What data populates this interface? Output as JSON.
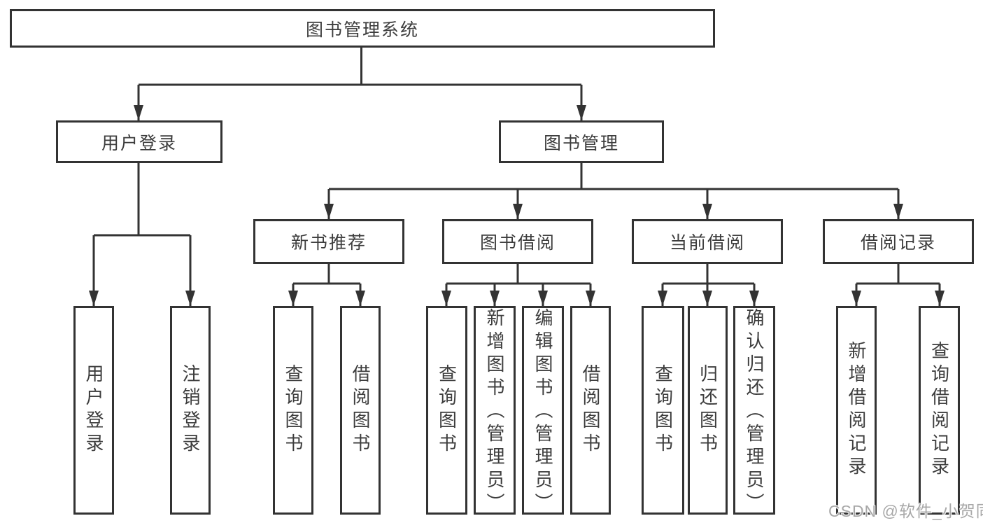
{
  "colors": {
    "line": "#333333",
    "text": "#3d3d3d",
    "watermark": "#a8a8a8"
  },
  "watermark": {
    "text": "CSDN @软件_小贺同学"
  },
  "tree": {
    "label": "图书管理系统",
    "children": [
      {
        "label": "用户登录",
        "children": [
          {
            "label": "用户登录"
          },
          {
            "label": "注销登录"
          }
        ]
      },
      {
        "label": "图书管理",
        "children": [
          {
            "label": "新书推荐",
            "children": [
              {
                "label": "查询图书"
              },
              {
                "label": "借阅图书"
              }
            ]
          },
          {
            "label": "图书借阅",
            "children": [
              {
                "label": "查询图书"
              },
              {
                "label": "新增图书（管理员）"
              },
              {
                "label": "编辑图书（管理员）"
              },
              {
                "label": "借阅图书"
              }
            ]
          },
          {
            "label": "当前借阅",
            "children": [
              {
                "label": "查询图书"
              },
              {
                "label": "归还图书"
              },
              {
                "label": "确认归还（管理员）"
              }
            ]
          },
          {
            "label": "借阅记录",
            "children": [
              {
                "label": "新增借阅记录"
              },
              {
                "label": "查询借阅记录"
              }
            ]
          }
        ]
      }
    ]
  }
}
